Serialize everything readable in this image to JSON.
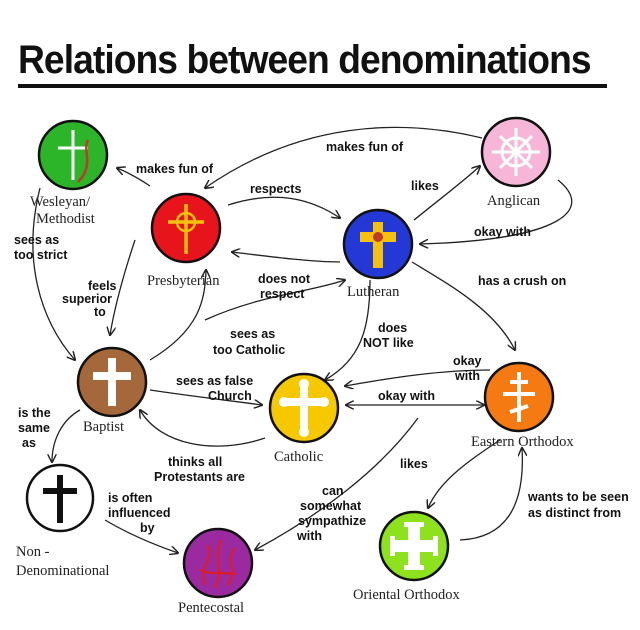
{
  "title": "Relations between denominations",
  "colors": {
    "methodist": "#2db52a",
    "presbyterian": "#e8141b",
    "lutheran": "#2438d6",
    "anglican": "#f7b6d8",
    "baptist": "#a4683b",
    "catholic": "#f6c800",
    "eastern_orthodox": "#f57a12",
    "non_denominational": "#ffffff",
    "pentecostal": "#9b2aa0",
    "oriental_orthodox": "#8ee21d"
  },
  "nodes": {
    "methodist": {
      "label_lines": [
        "Wesleyan/",
        "Methodist"
      ],
      "icon": "flame-cross-icon"
    },
    "presbyterian": {
      "label_lines": [
        "Presbyterian"
      ],
      "icon": "celtic-cross-icon"
    },
    "lutheran": {
      "label_lines": [
        "Lutheran"
      ],
      "icon": "luther-rose-cross-icon"
    },
    "anglican": {
      "label_lines": [
        "Anglican"
      ],
      "icon": "compass-rose-icon"
    },
    "baptist": {
      "label_lines": [
        "Baptist"
      ],
      "icon": "plain-cross-icon"
    },
    "catholic": {
      "label_lines": [
        "Catholic"
      ],
      "icon": "budded-cross-icon"
    },
    "eastern_orthodox": {
      "label_lines": [
        "Eastern Orthodox"
      ],
      "icon": "orthodox-cross-icon"
    },
    "non_denominational": {
      "label_lines": [
        "Non -",
        "Denominational"
      ],
      "icon": "plain-cross-icon"
    },
    "pentecostal": {
      "label_lines": [
        "Pentecostal"
      ],
      "icon": "tongues-of-fire-icon"
    },
    "oriental_orthodox": {
      "label_lines": [
        "Oriental Orthodox"
      ],
      "icon": "coptic-cross-icon"
    }
  },
  "relations": {
    "anglican_to_methodist": [
      "makes fun of"
    ],
    "presbyterian_to_methodist": [
      "makes fun of"
    ],
    "presbyterian_to_lutheran": [
      "respects"
    ],
    "lutheran_to_anglican": [
      "likes"
    ],
    "anglican_to_lutheran": [
      "okay with"
    ],
    "methodist_label": [
      "sees as",
      "too strict"
    ],
    "lutheran_to_presbyterian": [
      "does not",
      "respect"
    ],
    "lutheran_to_eastern": [
      "has a crush on"
    ],
    "presbyterian_to_baptist": [
      "feels",
      "superior",
      "to"
    ],
    "baptist_to_lutheran": [
      "sees as",
      "too Catholic"
    ],
    "lutheran_to_catholic": [
      "does",
      "NOT like"
    ],
    "eastern_to_catholic": [
      "okay",
      "with"
    ],
    "baptist_to_catholic": [
      "sees as false",
      "Church"
    ],
    "catholic_to_eastern": [
      "okay with"
    ],
    "baptist_to_non": [
      "is the",
      "same",
      "as"
    ],
    "catholic_to_baptist": [
      "thinks all",
      "Protestants are"
    ],
    "eastern_to_oriental": [
      "likes"
    ],
    "catholic_to_pentecostal": [
      "can",
      "somewhat",
      "sympathize",
      "with"
    ],
    "non_to_pentecostal": [
      "is often",
      "influenced",
      "by"
    ],
    "oriental_to_eastern": [
      "wants to be seen",
      "as distinct from"
    ]
  }
}
